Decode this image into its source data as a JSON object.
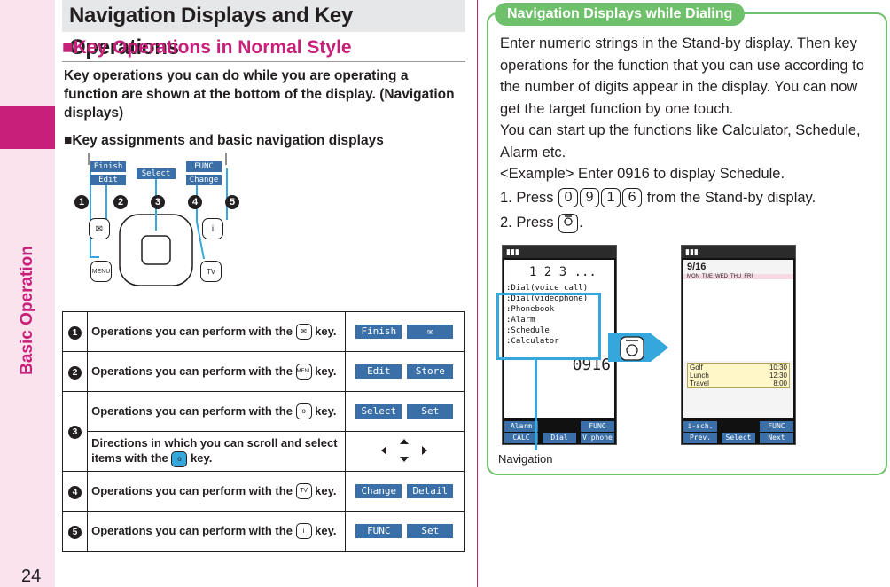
{
  "sidebar": {
    "label": "Basic Operation",
    "page_number": "24"
  },
  "header": {
    "title": "Navigation Displays and Key Operations",
    "subtitle": "■Key Operations in Normal Style"
  },
  "intro": "Key operations you can do while you are operating a function are shown at the bottom of the display. (Navigation displays)",
  "assign_heading": "■Key assignments and basic navigation displays",
  "figure": {
    "screen_buttons": [
      "Finish",
      "Edit",
      "Select",
      "FUNC",
      "Change"
    ],
    "callouts": [
      "1",
      "2",
      "3",
      "4",
      "5"
    ],
    "keys": [
      "✉",
      "i",
      "MENU",
      "TV"
    ]
  },
  "table": {
    "rows": [
      {
        "num": "1",
        "desc": "Operations you can perform with the",
        "key": "✉",
        "suffix": "key.",
        "chips": [
          "Finish",
          "✉"
        ]
      },
      {
        "num": "2",
        "desc": "Operations you can perform with the",
        "key": "MENU",
        "suffix": "key.",
        "chips": [
          "Edit",
          "Store"
        ]
      },
      {
        "num": "3",
        "desc": "Operations you can perform with the",
        "key": "o",
        "suffix": "key.",
        "chips": [
          "Select",
          "Set"
        ]
      },
      {
        "num": "",
        "desc": "Directions in which you can scroll and select items with the",
        "key": "o",
        "suffix": "key.",
        "chips": []
      },
      {
        "num": "4",
        "desc": "Operations you can perform with the",
        "key": "TV",
        "suffix": "key.",
        "chips": [
          "Change",
          "Detail"
        ]
      },
      {
        "num": "5",
        "desc": "Operations you can perform with the",
        "key": "i",
        "suffix": "key.",
        "chips": [
          "FUNC",
          "Set"
        ]
      }
    ]
  },
  "dialing": {
    "title": "Navigation Displays while Dialing",
    "p1": "Enter numeric strings in the Stand-by display. Then key operations for the function that you can use according to the number of digits appear in the display. You can now get the target function by one touch.",
    "p2": "You can start up the functions like Calculator, Schedule, Alarm etc.",
    "example": "<Example> Enter 0916 to display Schedule.",
    "step1_prefix": "1. Press",
    "step1_digits": [
      "0",
      "9",
      "1",
      "6"
    ],
    "step1_suffix": "from the Stand-by display.",
    "step2_prefix": "2. Press",
    "step2_suffix": ".",
    "nav_label": "Navigation"
  },
  "phone1": {
    "digits": "1 2 3 ...",
    "menu": [
      ":Dial(voice call)",
      ":Dial(videophone)",
      ":Phonebook",
      ":Alarm",
      ":Schedule",
      ":Calculator"
    ],
    "entered": "0916",
    "soft_top": [
      "Alarm",
      "FUNC"
    ],
    "soft_bottom": [
      "CALC",
      "Dial",
      "V.phone"
    ]
  },
  "phone2": {
    "date": "9/16",
    "days": [
      "MON",
      "TUE",
      "WED",
      "THU",
      "FRI"
    ],
    "events": [
      {
        "name": "Golf",
        "time": "10:30"
      },
      {
        "name": "Lunch",
        "time": "12:30"
      },
      {
        "name": "Travel",
        "time": "8:00"
      }
    ],
    "soft_top": [
      "i-sch.",
      "FUNC"
    ],
    "soft_bottom": [
      "Prev.",
      "Select",
      "Next"
    ]
  },
  "colors": {
    "accent": "#c8207a",
    "box_green": "#6fc06a",
    "nav_blue": "#35a7dd",
    "chip_blue": "#3a6fa8"
  }
}
